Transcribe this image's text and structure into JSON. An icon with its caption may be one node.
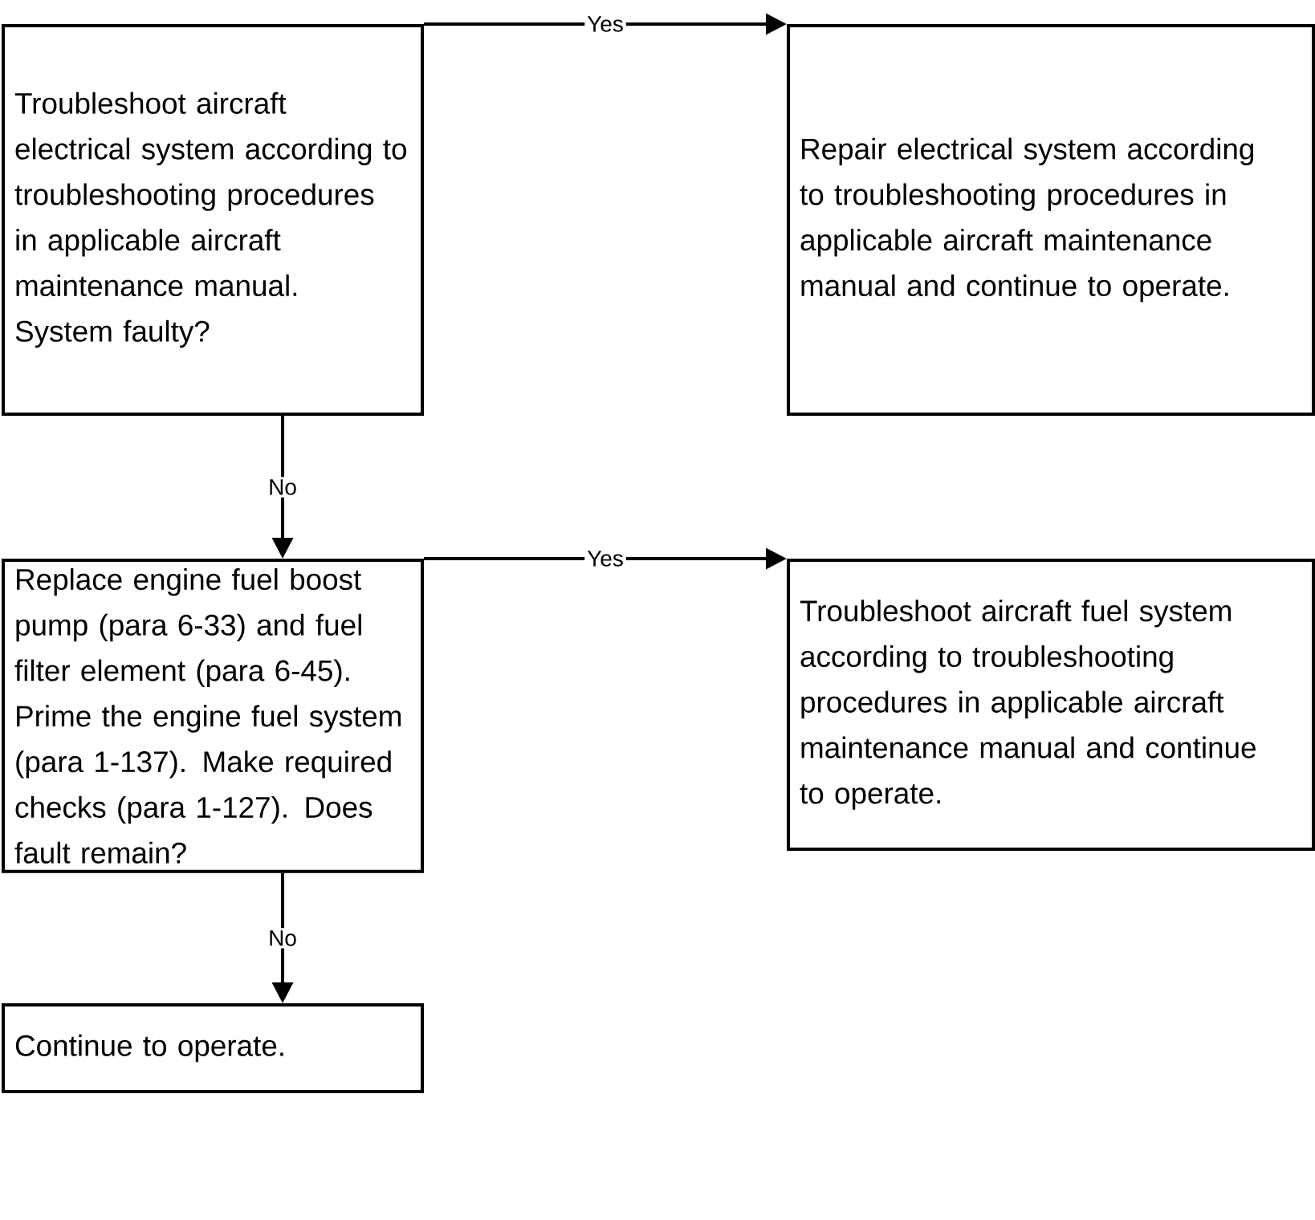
{
  "diagram": {
    "nodes": [
      {
        "text": [
          "Troubleshoot aircraft electrical system according to troubleshooting procedures in applicable aircraft maintenance manual.  System faulty?"
        ]
      },
      {
        "text": [
          "Repair electrical system according to troubleshooting procedures in applicable aircraft maintenance manual and continue to operate."
        ]
      },
      {
        "text": [
          "Replace engine fuel boost pump (para 6-33) and fuel filter element (para 6-45). Prime the engine fuel system (para 1-137). Make required checks (para 1-127).  Does fault remain?"
        ]
      },
      {
        "text": [
          "Troubleshoot aircraft fuel system according to troubleshooting procedures in applicable aircraft maintenance manual and continue to operate."
        ]
      },
      {
        "text": [
          "Continue to operate."
        ]
      }
    ],
    "edges": [
      {
        "from": 0,
        "to": 1,
        "arrow": "to",
        "label": "Yes"
      },
      {
        "from": 0,
        "to": 2,
        "arrow": "to",
        "label": "No"
      },
      {
        "from": 2,
        "to": 3,
        "arrow": "to",
        "label": "Yes"
      },
      {
        "from": 2,
        "to": 4,
        "arrow": "to",
        "label": "No"
      }
    ]
  }
}
